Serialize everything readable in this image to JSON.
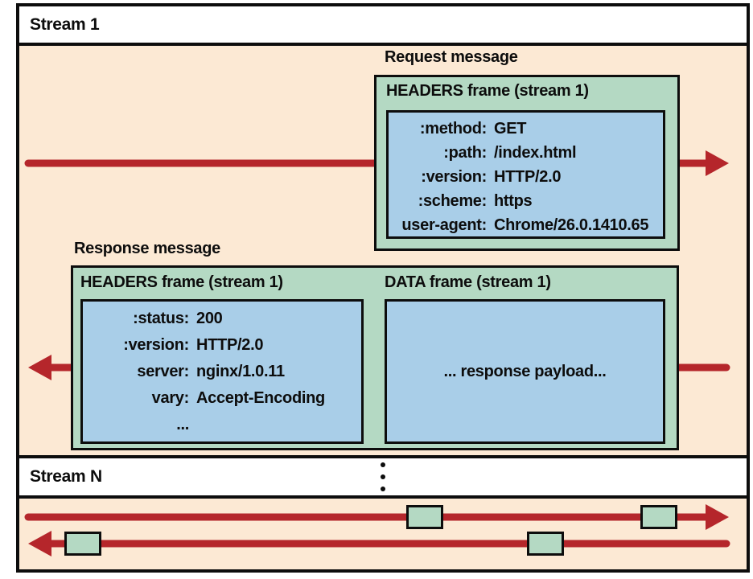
{
  "colors": {
    "canvas": "#ffffff",
    "panel_background": "#fce9d4",
    "frame_green": "#b4d9c3",
    "frame_blue": "#a9cee8",
    "arrow_red": "#b5262b",
    "border_black": "#0d0d0d"
  },
  "streams": {
    "stream1_label": "Stream 1",
    "streamN_label": "Stream N"
  },
  "request_message": {
    "label": "Request message",
    "frame_title": "HEADERS frame (stream 1)",
    "headers": [
      {
        "key": ":method:",
        "value": "GET"
      },
      {
        "key": ":path:",
        "value": "/index.html"
      },
      {
        "key": ":version:",
        "value": "HTTP/2.0"
      },
      {
        "key": ":scheme:",
        "value": "https"
      },
      {
        "key": "user-agent:",
        "value": "Chrome/26.0.1410.65"
      }
    ]
  },
  "response_message": {
    "label": "Response message",
    "headers_frame_title": "HEADERS frame (stream 1)",
    "data_frame_title": "DATA frame (stream 1)",
    "headers": [
      {
        "key": ":status:",
        "value": "200"
      },
      {
        "key": ":version:",
        "value": "HTTP/2.0"
      },
      {
        "key": "server:",
        "value": "nginx/1.0.11"
      },
      {
        "key": "vary:",
        "value": "Accept-Encoding"
      },
      {
        "key": "...",
        "value": ""
      }
    ],
    "payload_text": "... response payload..."
  },
  "icons": {
    "vertical_ellipsis": "⋮"
  }
}
